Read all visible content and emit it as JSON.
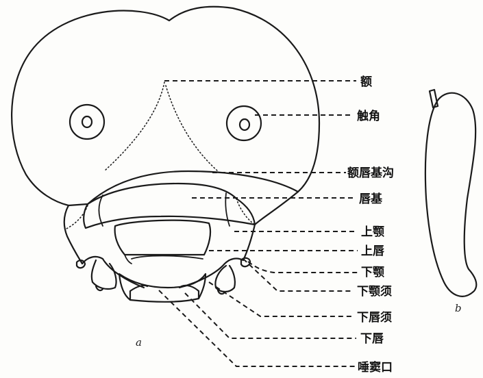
{
  "labels": {
    "e": "额",
    "chujiao": "触角",
    "e_chunji_gou": "额唇基沟",
    "chunji": "唇基",
    "shange": "上颚",
    "shangchun": "上唇",
    "xiae": "下颚",
    "xiae_xu": "下颚须",
    "xiachun_xu": "下唇须",
    "xiachun": "下唇",
    "tuodou_kou": "唾窦口"
  },
  "panels": {
    "a": "a",
    "b": "b"
  }
}
